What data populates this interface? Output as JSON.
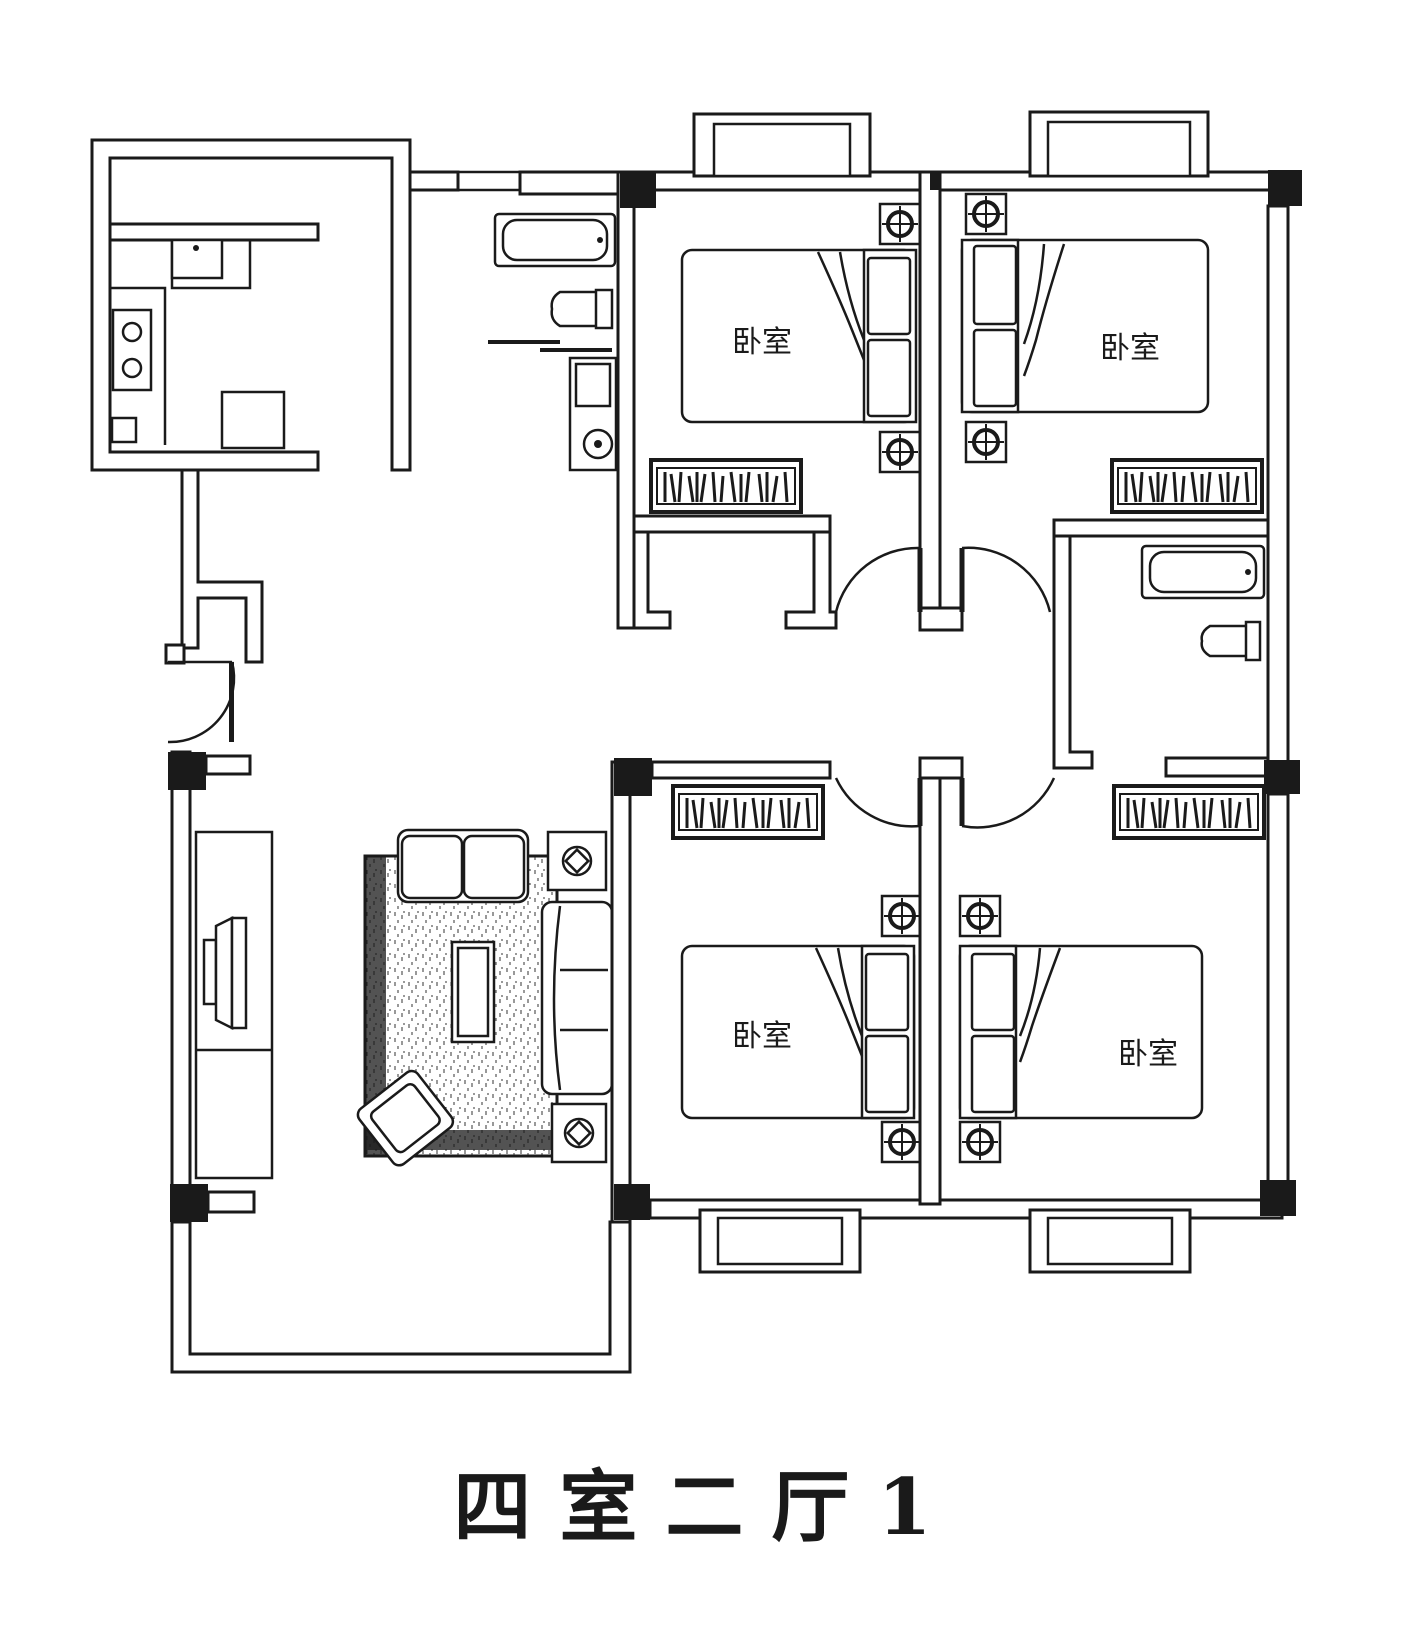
{
  "title": "四室二厅1",
  "rooms": {
    "bedroom_1": "卧室",
    "bedroom_2": "卧室",
    "bedroom_3": "卧室",
    "bedroom_4": "卧室"
  },
  "colors": {
    "ink": "#1a1a1a",
    "paper": "#ffffff"
  }
}
